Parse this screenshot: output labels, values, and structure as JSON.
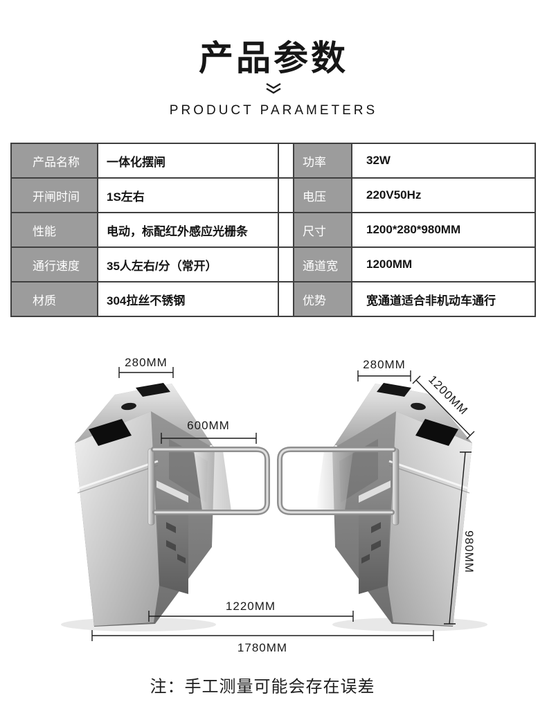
{
  "header": {
    "title_zh": "产品参数",
    "title_en": "PRODUCT PARAMETERS"
  },
  "spec_table": {
    "left_rows": [
      {
        "label": "产品名称",
        "value": "一体化摆闸"
      },
      {
        "label": "开闸时间",
        "value": "1S左右"
      },
      {
        "label": "性能",
        "value": "电动，标配红外感应光栅条"
      },
      {
        "label": "通行速度",
        "value": "35人左右/分（常开）"
      },
      {
        "label": "材质",
        "value": "304拉丝不锈钢"
      }
    ],
    "right_rows": [
      {
        "label": "功率",
        "value": "32W"
      },
      {
        "label": "电压",
        "value": "220V50Hz"
      },
      {
        "label": "尺寸",
        "value": "1200*280*980MM"
      },
      {
        "label": "通道宽",
        "value": "1200MM"
      },
      {
        "label": "优势",
        "value": "宽通道适合非机动车通行"
      }
    ]
  },
  "diagram": {
    "labels": {
      "cabinet_width_left": "280MM",
      "cabinet_width_right": "280MM",
      "arm_length": "600MM",
      "cabinet_depth": "1200MM",
      "cabinet_height": "980MM",
      "lane_width": "1220MM",
      "overall_width": "1780MM"
    },
    "note": "注：手工测量可能会存在误差"
  },
  "colors": {
    "table_label_bg": "#9c9c9c",
    "table_border": "#3f3f3f",
    "ink": "#161616"
  }
}
